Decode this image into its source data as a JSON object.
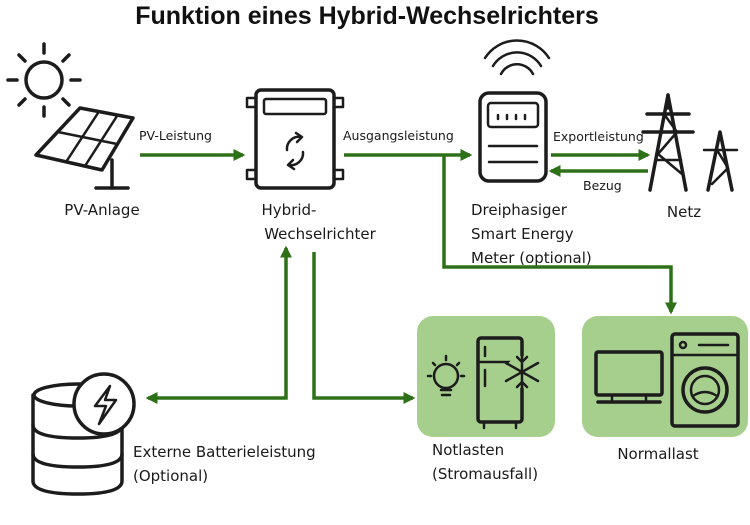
{
  "title": "Funktion eines Hybrid-Wechselrichters",
  "colors": {
    "flow": "#2e7018",
    "tile": "#a6ce8c",
    "ink": "#1c1c1c"
  },
  "nodes": {
    "pv": {
      "label": "PV-Anlage",
      "icon": "solar-panel-icon"
    },
    "inverter": {
      "line1": "Hybrid-",
      "line2": "Wechselrichter",
      "icon": "inverter-icon"
    },
    "meter": {
      "line1": "Dreiphasiger",
      "line2": "Smart Energy",
      "line3": "Meter (optional)",
      "icon": "smart-meter-icon"
    },
    "grid": {
      "label": "Netz",
      "icon": "power-tower-icon"
    },
    "battery": {
      "line1": "Externe Batterieleistung",
      "line2": "(Optional)",
      "icon": "battery-icon"
    },
    "backup": {
      "line1": "Notlasten",
      "line2": "(Stromausfall)",
      "icon": "fridge-lightbulb-icon"
    },
    "normal": {
      "label": "Normallast",
      "icon": "tv-washing-machine-icon"
    }
  },
  "flows": {
    "pv_power": "PV-Leistung",
    "output_power": "Ausgangsleistung",
    "export_power": "Exportleistung",
    "import": "Bezug"
  }
}
